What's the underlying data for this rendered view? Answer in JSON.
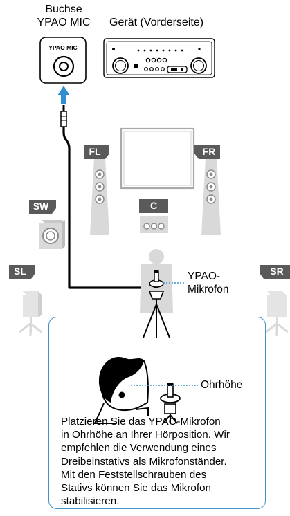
{
  "labels": {
    "jack_title": "Buchse\nYPAO MIC",
    "device_title": "Gerät (Vorderseite)",
    "jack_panel_text": "YPAO MIC",
    "mic_label": "YPAO-\nMikrofon",
    "ear_height": "Ohrhöhe"
  },
  "speakers": {
    "front_left": "FL",
    "front_right": "FR",
    "subwoofer": "SW",
    "center": "C",
    "surround_left": "SL",
    "surround_right": "SR"
  },
  "instruction": "Platzieren Sie das YPAO-Mikrofon\nin Ohrhöhe an Ihrer Hörposition. Wir\nempfehlen die Verwendung eines\nDreibeinstativs als Mikrofonständer.\nMit den Feststellschrauben des\nStativs können Sie das Mikrofon\nstabilisieren.",
  "colors": {
    "speaker_tag": "#5a5a5a",
    "speaker_body": "#d9d9d9",
    "callout_border": "#3f93c8",
    "arrow": "#2f8fd0"
  }
}
